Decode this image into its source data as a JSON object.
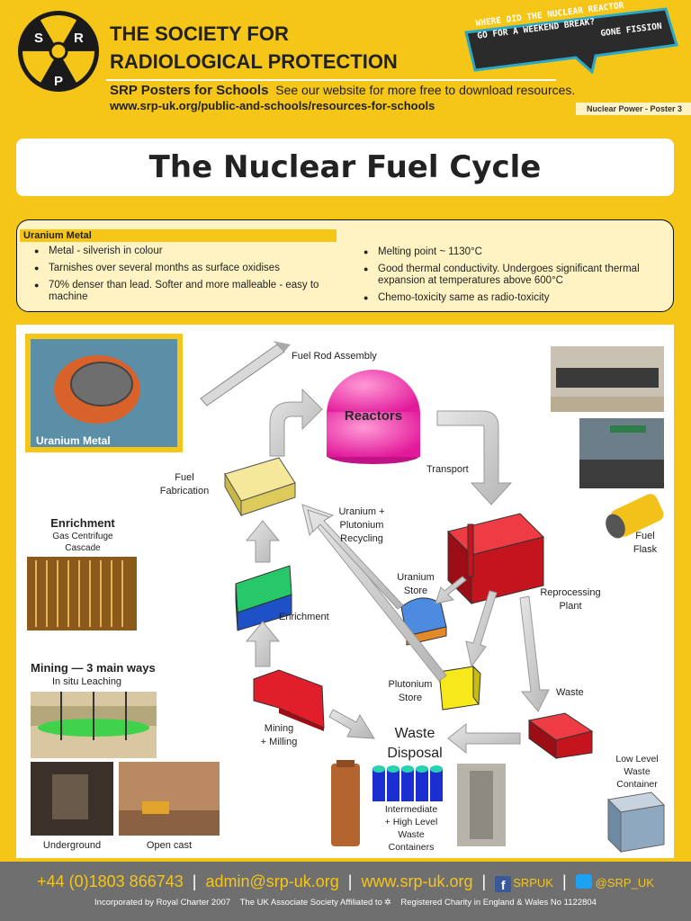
{
  "header": {
    "org_line1": "THE SOCIETY FOR",
    "org_line2": "RADIOLOGICAL PROTECTION",
    "logo_letters": [
      "S",
      "R",
      "P"
    ],
    "posters_label": "SRP Posters for Schools",
    "posters_desc": "See our website for more free to download resources.",
    "url": "www.srp-uk.org/public-and-schools/resources-for-schools",
    "poster_number": "Nuclear Power - Poster 3",
    "joke_line1": "WHERE DID THE NUCLEAR REACTOR",
    "joke_line2": "GO FOR A WEEKEND BREAK?",
    "joke_line3": "GONE FISSION"
  },
  "title": "The Nuclear Fuel Cycle",
  "info": {
    "heading": "Uranium Metal",
    "left_items": [
      "Metal - silverish in colour",
      "Tarnishes over several months as surface oxidises",
      "70% denser than lead.  Softer and more malleable - easy to machine"
    ],
    "right_items": [
      "Melting point ~ 1130°C",
      "Good thermal conductivity. Undergoes significant thermal expansion at temperatures above 600°C",
      "Chemo-toxicity same as radio-toxicity"
    ]
  },
  "diagram": {
    "photo_uranium_metal": "Uranium Metal",
    "fuel_rod_assembly": "Fuel Rod Assembly",
    "reactors": "Reactors",
    "transport": "Transport",
    "fuel_fabrication_1": "Fuel",
    "fuel_fabrication_2": "Fabrication",
    "recycling_1": "Uranium +",
    "recycling_2": "Plutonium",
    "recycling_3": "Recycling",
    "enrichment_title": "Enrichment",
    "enrichment_sub_1": "Gas Centrifuge",
    "enrichment_sub_2": "Cascade",
    "uranium_store_1": "Uranium",
    "uranium_store_2": "Store",
    "reprocessing_1": "Reprocessing",
    "reprocessing_2": "Plant",
    "fuel_flask_1": "Fuel",
    "fuel_flask_2": "Flask",
    "enrichment_label": "Enrichment",
    "mining_title": "Mining — 3 main ways",
    "in_situ": "In situ Leaching",
    "plutonium_store_1": "Plutonium",
    "plutonium_store_2": "Store",
    "waste": "Waste",
    "mining_milling_1": "Mining",
    "mining_milling_2": "+ Milling",
    "waste_disposal_1": "Waste",
    "waste_disposal_2": "Disposal",
    "low_level_1": "Low Level",
    "low_level_2": "Waste",
    "low_level_3": "Container",
    "intermediate_1": "Intermediate",
    "intermediate_2": "+ High Level",
    "intermediate_3": "Waste",
    "intermediate_4": "Containers",
    "underground": "Underground",
    "open_cast": "Open cast"
  },
  "footer": {
    "phone": "+44 (0)1803 866743",
    "email": "admin@srp-uk.org",
    "website": "www.srp-uk.org",
    "facebook": "SRPUK",
    "twitter": "@SRP_UK",
    "royal_charter": "Incorporated by Royal Charter 2007",
    "affiliation": "The UK Associate Society Affiliated to",
    "charity": "Registered Charity in England & Wales No 1122804"
  },
  "colors": {
    "brand_yellow": "#f5c518",
    "reactor_pink": "#f03aa8",
    "plant_red": "#e01f2a",
    "footer_grey": "#6f6f6f"
  }
}
